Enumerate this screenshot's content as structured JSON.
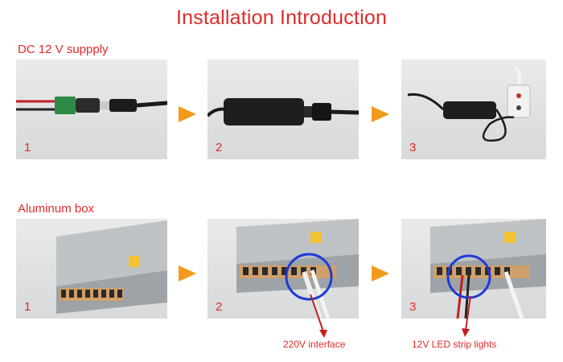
{
  "title": "Installation Introduction",
  "sections": [
    {
      "label": "DC 12 V suppply",
      "steps": [
        "1",
        "2",
        "3"
      ]
    },
    {
      "label": "Aluminum box",
      "steps": [
        "1",
        "2",
        "3"
      ]
    }
  ],
  "callouts": {
    "interface_220v": "220V interface",
    "led_strip": "12V LED strip lights"
  },
  "colors": {
    "accent_red": "#e02a2a",
    "arrow_orange": "#f39a1c",
    "highlight_blue": "#1e3bd8"
  }
}
